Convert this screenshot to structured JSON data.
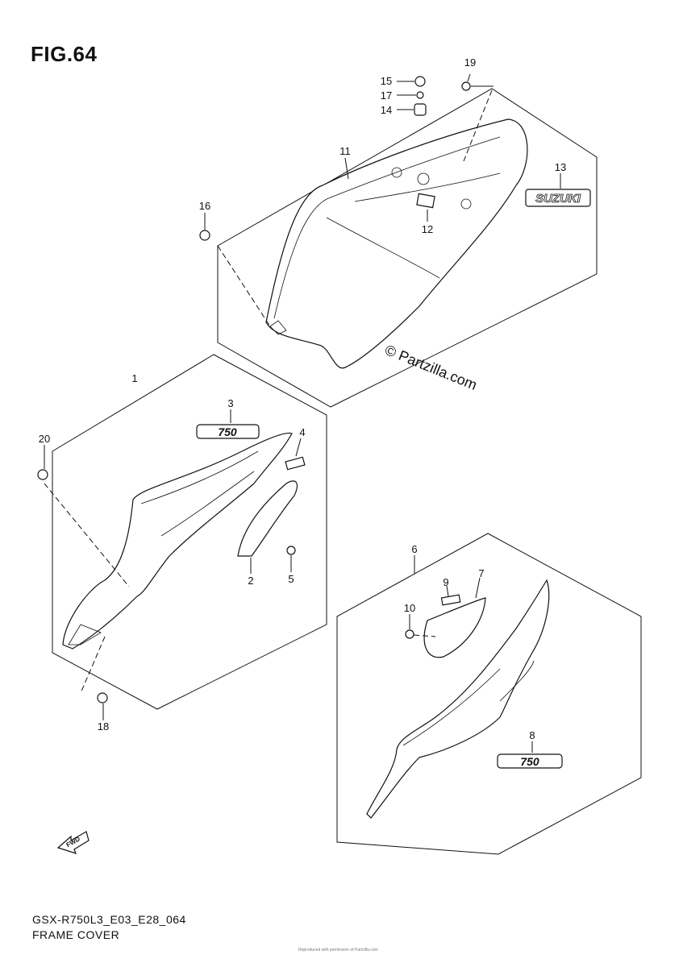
{
  "figure_title": "FIG.64",
  "model_code": "GSX-R750L3_E03_E28_064",
  "caption": "FRAME COVER",
  "watermark": "© Partzilla.com",
  "footnote": "Reproduced with permission of Partzilla.com",
  "logo_texts": {
    "suzuki_emblem": "SUZUKI",
    "num_badge": "750",
    "fwd_arrow": "FWD"
  },
  "callouts": [
    {
      "id": "1",
      "label": "1"
    },
    {
      "id": "2",
      "label": "2"
    },
    {
      "id": "3",
      "label": "3"
    },
    {
      "id": "4",
      "label": "4"
    },
    {
      "id": "5",
      "label": "5"
    },
    {
      "id": "6",
      "label": "6"
    },
    {
      "id": "7",
      "label": "7"
    },
    {
      "id": "8",
      "label": "8"
    },
    {
      "id": "9",
      "label": "9"
    },
    {
      "id": "10",
      "label": "10"
    },
    {
      "id": "11",
      "label": "11"
    },
    {
      "id": "12",
      "label": "12"
    },
    {
      "id": "13",
      "label": "13"
    },
    {
      "id": "14",
      "label": "14"
    },
    {
      "id": "15",
      "label": "15"
    },
    {
      "id": "16",
      "label": "16"
    },
    {
      "id": "17",
      "label": "17"
    },
    {
      "id": "18",
      "label": "18"
    },
    {
      "id": "19",
      "label": "19"
    },
    {
      "id": "20",
      "label": "20"
    }
  ]
}
